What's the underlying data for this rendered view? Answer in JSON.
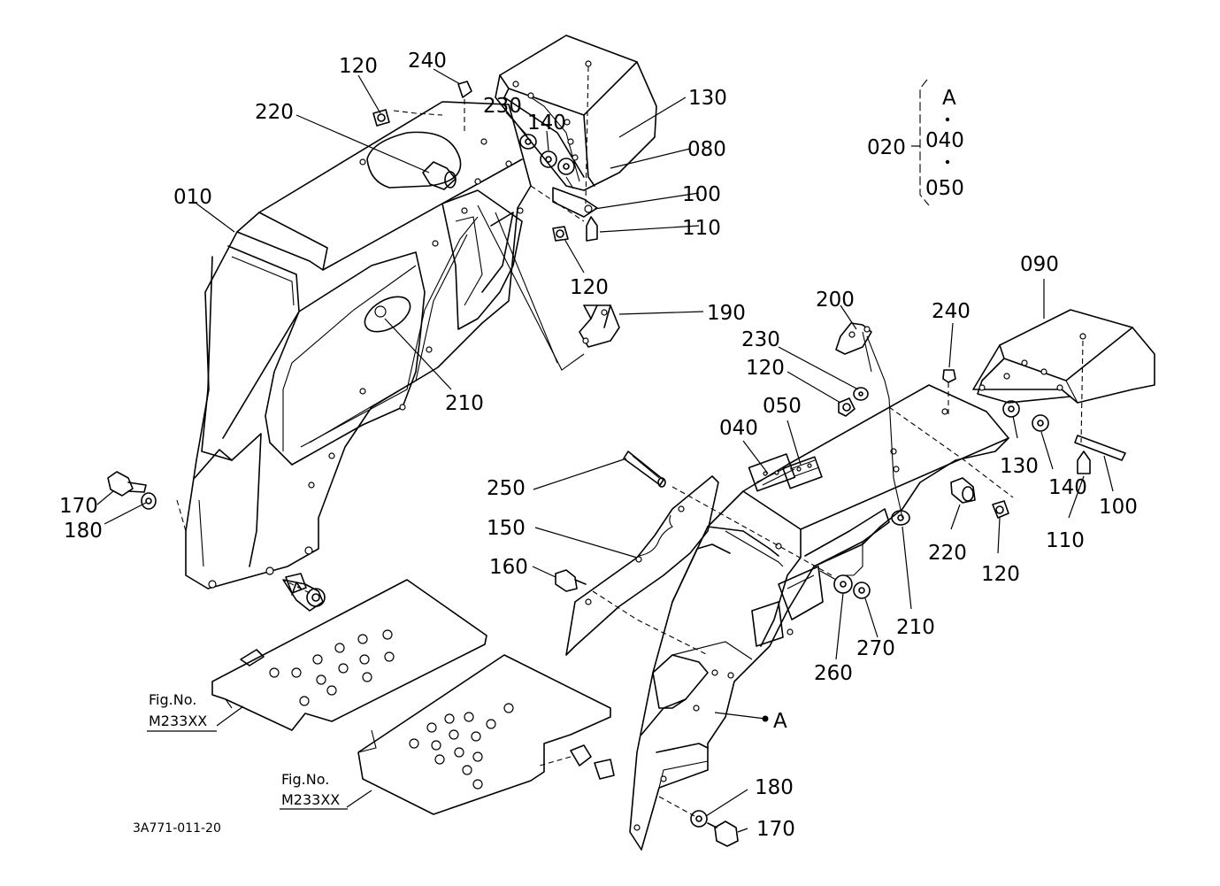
{
  "labels": {
    "p120a": "120",
    "p240a": "240",
    "p220a": "220",
    "p230a": "230",
    "p140a": "140",
    "p130a": "130",
    "p080": "080",
    "p100a": "100",
    "p110a": "110",
    "p120b": "120",
    "p010": "010",
    "p190": "190",
    "p210a": "210",
    "p170a": "170",
    "p180a": "180",
    "p090": "090",
    "p200": "200",
    "p240b": "240",
    "p230b": "230",
    "p120c": "120",
    "p050": "050",
    "p040": "040",
    "p130b": "130",
    "p140b": "140",
    "p100b": "100",
    "p110b": "110",
    "p220b": "220",
    "p120d": "120",
    "p250": "250",
    "p150": "150",
    "p160": "160",
    "p210b": "210",
    "p270": "270",
    "p260": "260",
    "pA": "A",
    "p180b": "180",
    "p170b": "170"
  },
  "legend": {
    "ref": "A",
    "group": "020",
    "item1": "040",
    "item2": "050"
  },
  "figrefs": [
    {
      "prefix": "Fig.No.",
      "code": "M233XX"
    },
    {
      "prefix": "Fig.No.",
      "code": "M233XX"
    }
  ],
  "drawing_code": "3A771-011-20"
}
